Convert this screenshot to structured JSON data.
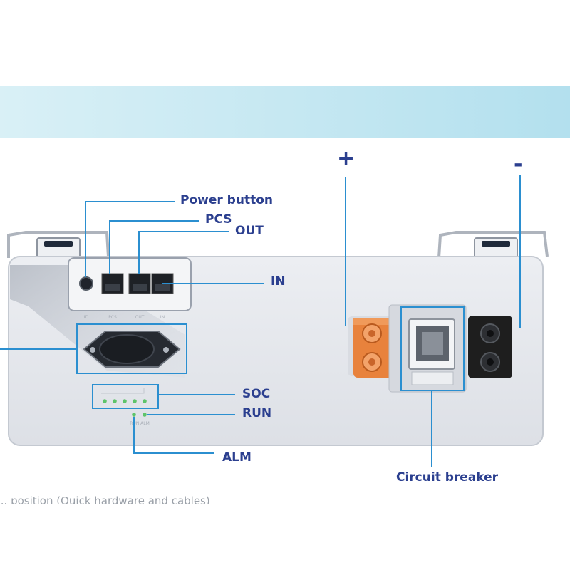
{
  "labels": {
    "power_button": "Power button",
    "pcs": "PCS",
    "out": "OUT",
    "in": "IN",
    "soc": "SOC",
    "run": "RUN",
    "alm": "ALM",
    "circuit_breaker": "Circuit breaker",
    "positive": "+",
    "negative": "-"
  },
  "panel_markings": {
    "ports": [
      "ID",
      "PCS",
      "OUT",
      "IN"
    ],
    "leds": "RUN ALM"
  },
  "caption": "...  position (Quick hardware and cables)",
  "colors": {
    "label": "#2b3f8f",
    "leader_line": "#2b8fd0",
    "banner": "#c6e8f2",
    "led": "#5ec46a",
    "positive_terminal": "#e8823c",
    "negative_terminal": "#1e1e1e",
    "housing": "#e3e6ec"
  }
}
